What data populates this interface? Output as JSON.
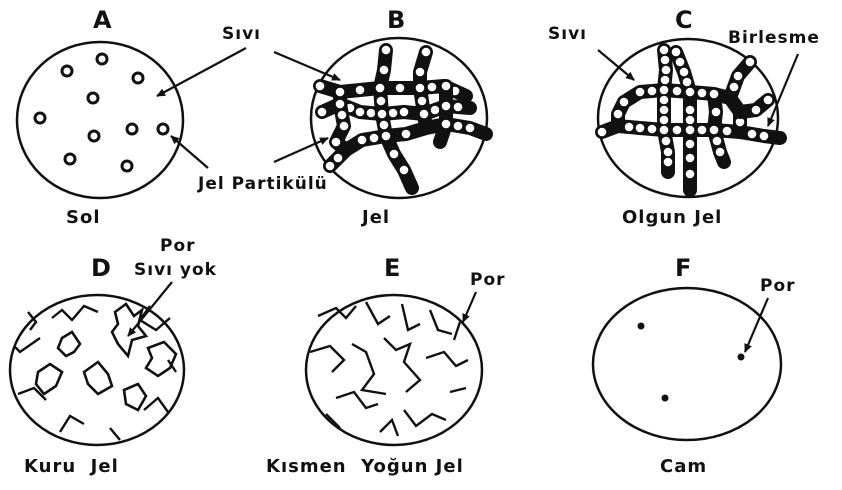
{
  "panels": [
    {
      "letter": "A",
      "caption": "Sol"
    },
    {
      "letter": "B",
      "caption": "Jel"
    },
    {
      "letter": "C",
      "caption": "Olgun Jel"
    },
    {
      "letter": "D",
      "caption": "Kuru  Jel"
    },
    {
      "letter": "E",
      "caption": "Kısmen  Yoğun Jel"
    },
    {
      "letter": "F",
      "caption": "Cam"
    }
  ],
  "annotations": {
    "sivi_ab": "Sıvı",
    "jel_partikulu": "Jel Partikülü",
    "sivi_c": "Sıvı",
    "birlesme": "Birlesme",
    "por_d": "Por",
    "sivi_yok": "Sıvı yok",
    "por_e": "Por",
    "por_f": "Por"
  },
  "colors": {
    "ink": "#111111",
    "background": "#ffffff"
  }
}
